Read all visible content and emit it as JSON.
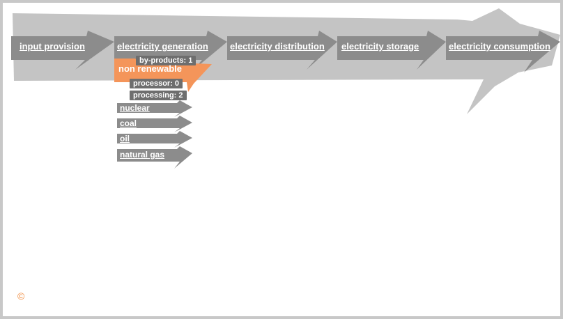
{
  "stages": [
    {
      "label": "input provision"
    },
    {
      "label": "electricity generation"
    },
    {
      "label": "electricity distribution"
    },
    {
      "label": "electricity storage"
    },
    {
      "label": "electricity consumption"
    }
  ],
  "category": {
    "label": "non renewable",
    "byproducts": "by-products: 1",
    "processor": "processor: 0",
    "processing": "processing: 2"
  },
  "items": [
    {
      "label": "nuclear"
    },
    {
      "label": "coal"
    },
    {
      "label": "oil"
    },
    {
      "label": "natural gas"
    }
  ],
  "copyright": "©",
  "colors": {
    "band": "#c4c4c4",
    "arrow": "#8c8c8c",
    "accent": "#f4955a",
    "border": "#c8c8c8"
  }
}
